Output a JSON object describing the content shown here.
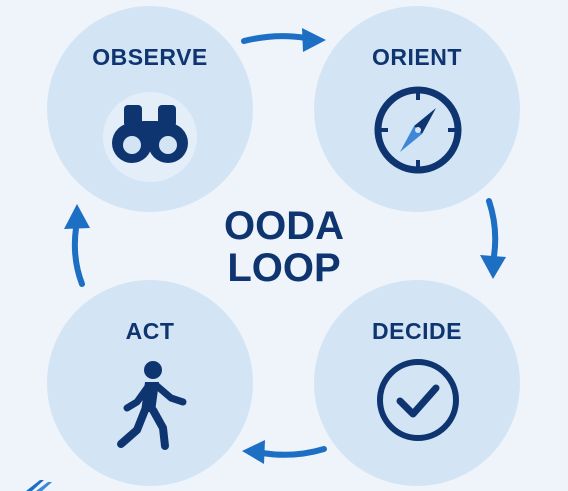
{
  "diagram": {
    "center_title_line1": "OODA",
    "center_title_line2": "LOOP",
    "steps": [
      {
        "label": "OBSERVE",
        "icon": "binoculars-icon"
      },
      {
        "label": "ORIENT",
        "icon": "compass-icon"
      },
      {
        "label": "DECIDE",
        "icon": "checkmark-circle-icon"
      },
      {
        "label": "ACT",
        "icon": "walking-person-icon"
      }
    ]
  },
  "colors": {
    "background": "#eef4fa",
    "circle_fill": "#d3e5f5",
    "text_dark": "#0f3570",
    "arrow_blue": "#1d6fc4",
    "compass_needle": "#3d86d8"
  }
}
